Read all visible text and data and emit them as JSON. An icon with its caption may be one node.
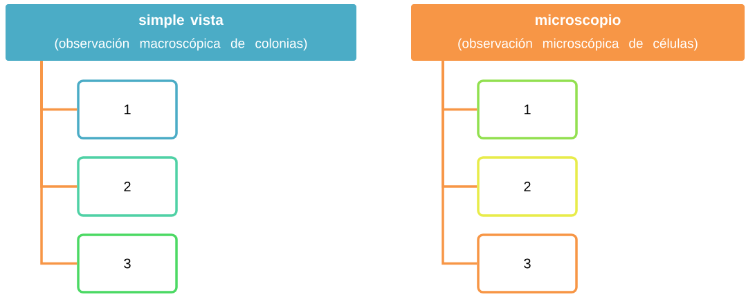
{
  "diagram": {
    "nodes": [
      {
        "text": [
          "simple vista",
          "(observación macroscópica de colonias)"
        ]
      },
      {
        "text": [
          "1"
        ]
      },
      {
        "text": [
          "2"
        ]
      },
      {
        "text": [
          "3"
        ]
      },
      {
        "text": [
          "microscopio",
          "(observación microscópica de células)"
        ]
      },
      {
        "text": [
          "1"
        ]
      },
      {
        "text": [
          "2"
        ]
      },
      {
        "text": [
          "3"
        ]
      }
    ],
    "edges": [
      {
        "from": 0,
        "to": 1,
        "arrow": "none"
      },
      {
        "from": 0,
        "to": 2,
        "arrow": "none"
      },
      {
        "from": 0,
        "to": 3,
        "arrow": "none"
      },
      {
        "from": 4,
        "to": 5,
        "arrow": "none"
      },
      {
        "from": 4,
        "to": 6,
        "arrow": "none"
      },
      {
        "from": 4,
        "to": 7,
        "arrow": "none"
      }
    ]
  }
}
